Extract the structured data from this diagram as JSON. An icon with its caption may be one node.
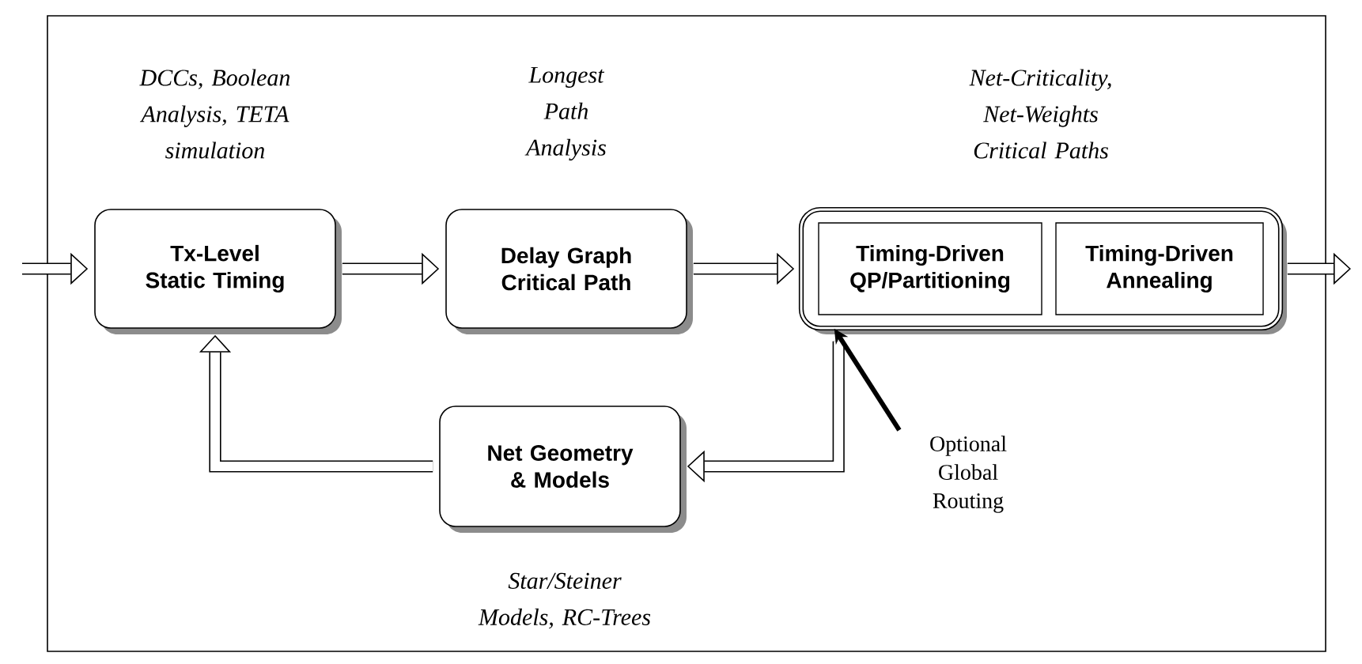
{
  "diagram": {
    "nodes": [
      {
        "text": [
          "Tx-Level Static Timing"
        ],
        "beside": [
          "DCCs, Boolean Analysis, TETA simulation"
        ]
      },
      {
        "text": [
          "Delay Graph Critical Path"
        ],
        "beside": [
          "Longest Path Analysis"
        ]
      },
      {
        "text": [],
        "shape": "box",
        "beside": [
          "Net-Criticality, Net-Weights Critical Paths"
        ]
      },
      {
        "text": [
          "Timing-Driven QP/Partitioning"
        ],
        "in": 2
      },
      {
        "text": [
          "Timing-Driven Annealing"
        ],
        "in": 2
      },
      {
        "text": [
          "Net Geometry & Models"
        ],
        "beside": [
          "Star/Steiner Models, RC-Trees"
        ]
      },
      {
        "text": [
          "Optional Global Routing"
        ]
      }
    ],
    "edges": [
      {
        "from": null,
        "to": 0,
        "arrow": "to"
      },
      {
        "from": 0,
        "to": 1,
        "arrow": "to"
      },
      {
        "from": 1,
        "to": 2,
        "arrow": "to"
      },
      {
        "from": 2,
        "to": null,
        "arrow": "to"
      },
      {
        "from": 2,
        "to": 5,
        "arrow": "to"
      },
      {
        "from": 5,
        "to": 0,
        "arrow": "to"
      },
      {
        "from": 6,
        "to": 2,
        "arrow": "to"
      }
    ]
  }
}
